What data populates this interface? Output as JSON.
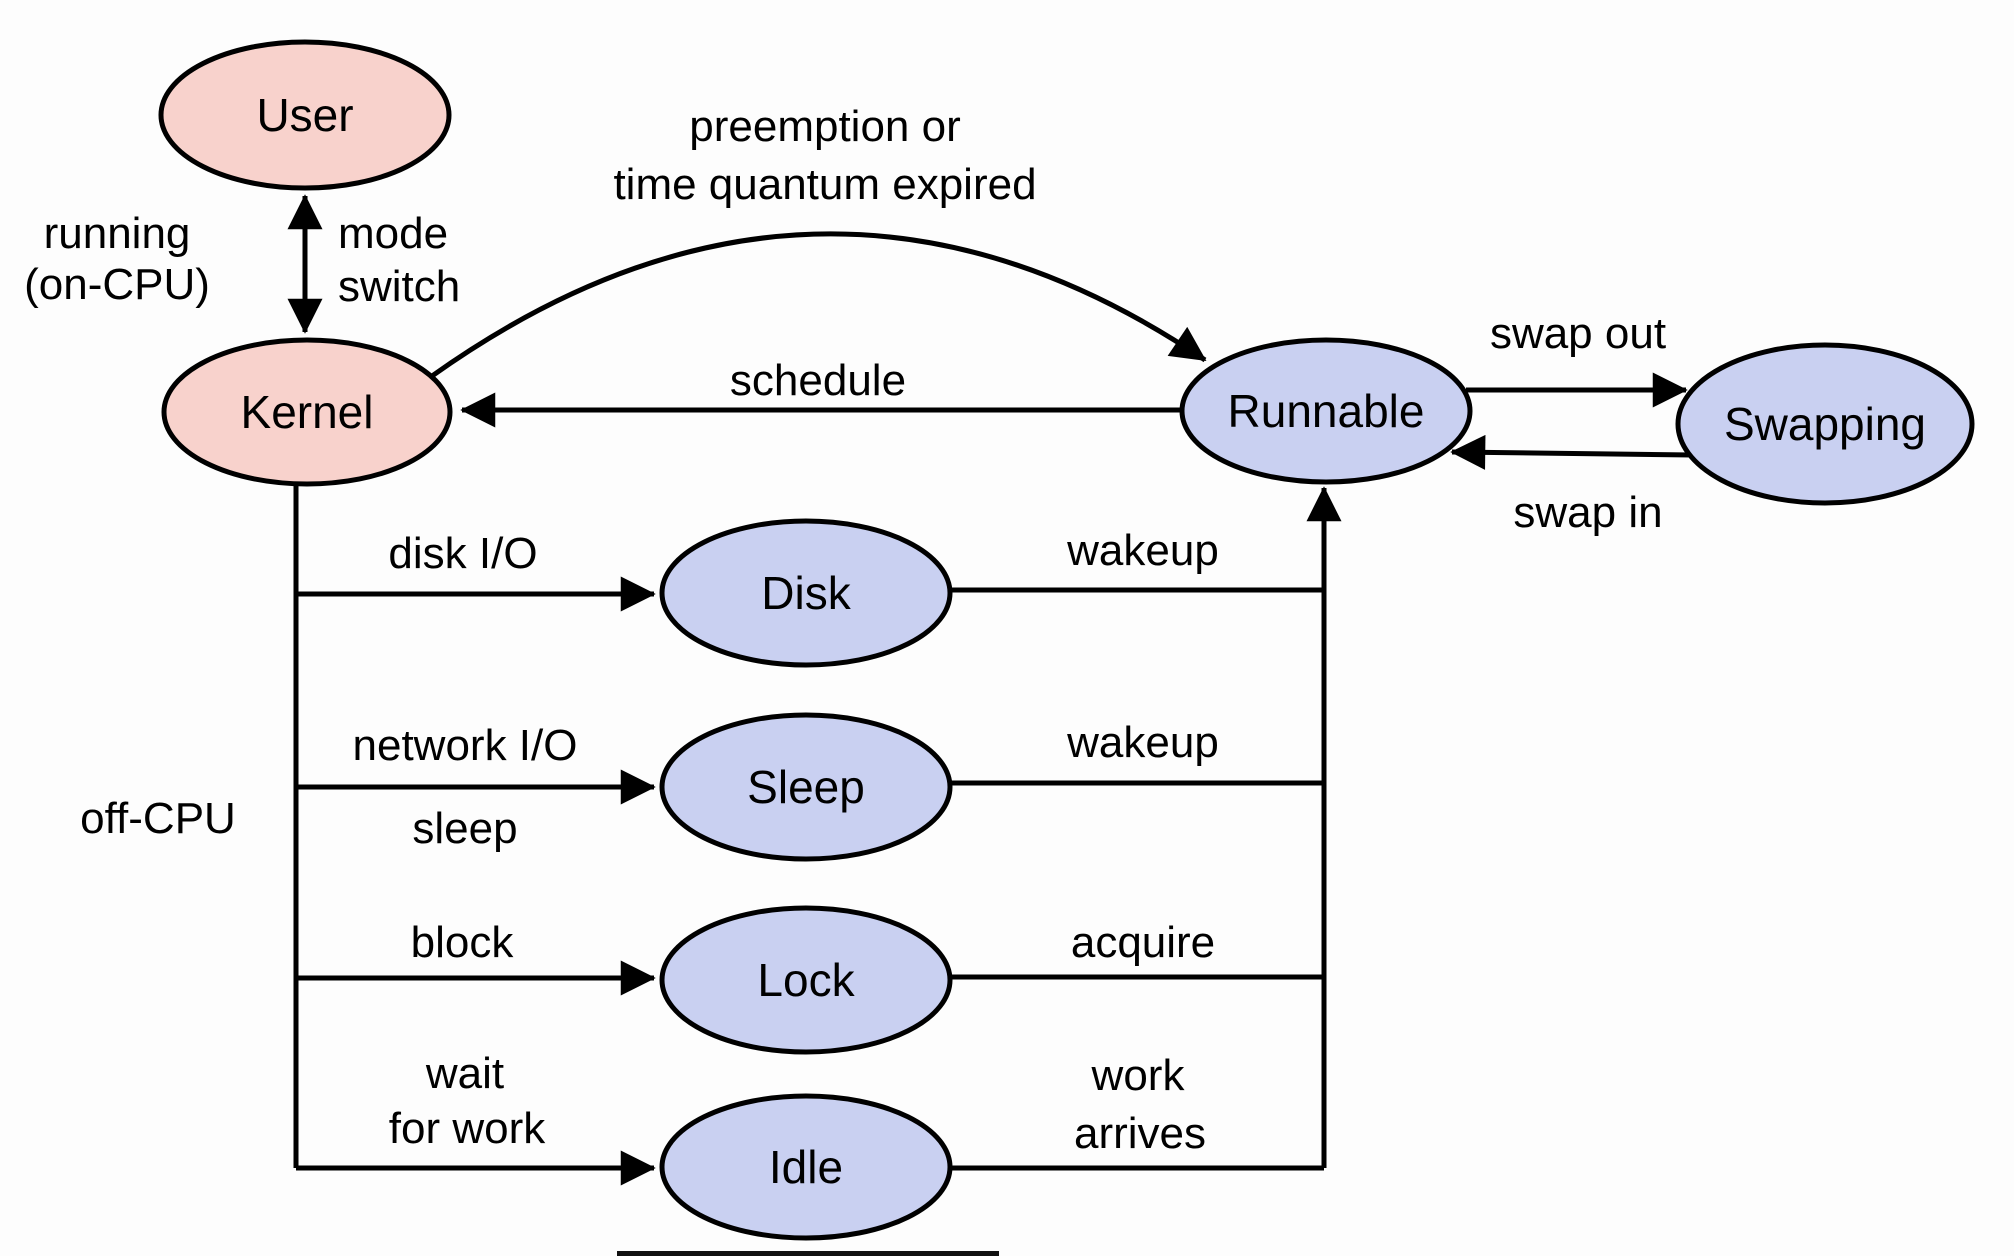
{
  "diagram": {
    "nodes": {
      "user": {
        "label": "User"
      },
      "kernel": {
        "label": "Kernel"
      },
      "runnable": {
        "label": "Runnable"
      },
      "swapping": {
        "label": "Swapping"
      },
      "disk": {
        "label": "Disk"
      },
      "sleep": {
        "label": "Sleep"
      },
      "lock": {
        "label": "Lock"
      },
      "idle": {
        "label": "Idle"
      }
    },
    "labels": {
      "running_line1": "running",
      "running_line2": "(on-CPU)",
      "mode_switch_line1": "mode",
      "mode_switch_line2": "switch",
      "preemption_line1": "preemption or",
      "preemption_line2": "time quantum expired",
      "schedule": "schedule",
      "swap_out": "swap out",
      "swap_in": "swap in",
      "disk_io": "disk I/O",
      "wakeup_disk": "wakeup",
      "network_io": "network I/O",
      "sleep_action": "sleep",
      "wakeup_sleep": "wakeup",
      "off_cpu": "off-CPU",
      "block": "block",
      "acquire": "acquire",
      "wait_line1": "wait",
      "wait_line2": "for work",
      "work_line1": "work",
      "work_line2": "arrives"
    },
    "colors": {
      "cpu_fill": "#f8d2cc",
      "offcpu_fill": "#c9d0f1",
      "stroke": "#000000",
      "text": "#000000",
      "background": "#fdfdfd"
    }
  }
}
